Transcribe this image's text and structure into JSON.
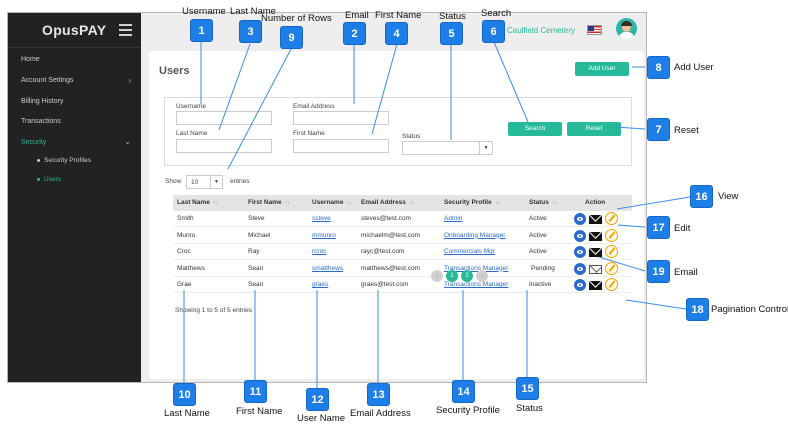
{
  "app": {
    "brand": "OpusPAY",
    "org_name": "Caulfield Cemetery"
  },
  "sidebar": {
    "items": [
      {
        "label": "Home"
      },
      {
        "label": "Account Settings"
      },
      {
        "label": "Billing History"
      },
      {
        "label": "Transactions"
      },
      {
        "label": "Security"
      }
    ],
    "security_sub": [
      {
        "label": "Security Profiles"
      },
      {
        "label": "Users"
      }
    ]
  },
  "main": {
    "title": "Users",
    "add_user_button": "Add User",
    "filters": {
      "username_label": "Username",
      "username_value": "",
      "lastname_label": "Last Name",
      "lastname_value": "",
      "email_label": "Email Address",
      "email_value": "",
      "firstname_label": "First Name",
      "firstname_value": "",
      "status_label": "Status",
      "status_value": "",
      "search_button": "Search",
      "reset_button": "Reset"
    },
    "show_label": "Show",
    "page_length": "10",
    "entries_label": "entries",
    "table": {
      "columns": [
        "Last Name",
        "First Name",
        "Username",
        "Email Address",
        "Security Profile",
        "Status",
        "Action"
      ],
      "rows": [
        {
          "last": "Smith",
          "first": "Steve",
          "username": "ssteve",
          "email": "steves@test.com",
          "profile": "Admin",
          "status": "Active"
        },
        {
          "last": "Munro",
          "first": "Michael",
          "username": "mmunro",
          "email": "michaelm@test.com",
          "profile": "Onboarding Manager",
          "status": "Active"
        },
        {
          "last": "Croc",
          "first": "Ray",
          "username": "rcroc",
          "email": "rayc@test.com",
          "profile": "Commercials Mgr",
          "status": "Active"
        },
        {
          "last": "Matthews",
          "first": "Sean",
          "username": "smatthews",
          "email": "matthews@test.com",
          "profile": "Transactions Manager",
          "status": "Pending"
        },
        {
          "last": "Grae",
          "first": "Sean",
          "username": "graes",
          "email": "graes@test.com",
          "profile": "Transactions Manager",
          "status": "Inactive"
        }
      ]
    },
    "showing_text": "Showing 1 to 5 of 5 entries",
    "pager": {
      "prev": "‹",
      "pages": [
        "1",
        "2"
      ],
      "next": "›"
    }
  },
  "annotations": [
    {
      "num": "1",
      "label": "Username"
    },
    {
      "num": "3",
      "label": "Last Name"
    },
    {
      "num": "9",
      "label": "Number of Rows"
    },
    {
      "num": "2",
      "label": "Email"
    },
    {
      "num": "4",
      "label": "First Name"
    },
    {
      "num": "5",
      "label": "Status"
    },
    {
      "num": "6",
      "label": "Search"
    },
    {
      "num": "8",
      "label": "Add User"
    },
    {
      "num": "7",
      "label": "Reset"
    },
    {
      "num": "16",
      "label": "View"
    },
    {
      "num": "17",
      "label": "Edit"
    },
    {
      "num": "19",
      "label": "Email"
    },
    {
      "num": "18",
      "label": "Pagination Control"
    },
    {
      "num": "10",
      "label": "Last Name"
    },
    {
      "num": "11",
      "label": "First Name"
    },
    {
      "num": "12",
      "label": "User Name"
    },
    {
      "num": "13",
      "label": "Email Address"
    },
    {
      "num": "14",
      "label": "Security Profile"
    },
    {
      "num": "15",
      "label": "Status"
    }
  ],
  "colors": {
    "accent": "#26b99a",
    "sidebar_bg": "#222222",
    "link": "#2a6acb",
    "callout": "#1e7ee8"
  }
}
